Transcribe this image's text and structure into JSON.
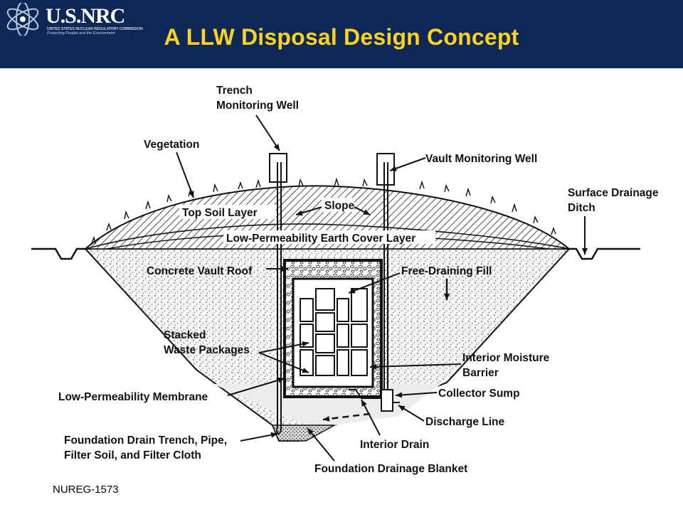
{
  "header": {
    "logo_text": "U.S.NRC",
    "logo_subtitle": "UNITED STATES NUCLEAR REGULATORY COMMISSION",
    "logo_tagline": "Protecting People and the Environment",
    "title": "A LLW Disposal Design Concept"
  },
  "diagram": {
    "labels": {
      "trench_monitoring_well_1": "Trench",
      "trench_monitoring_well_2": "Monitoring Well",
      "vegetation": "Vegetation",
      "vault_monitoring_well": "Vault Monitoring Well",
      "surface_drainage_ditch_1": "Surface Drainage",
      "surface_drainage_ditch_2": "Ditch",
      "top_soil_layer": "Top Soil Layer",
      "slope": "Slope",
      "earth_cover_layer": "Low-Permeability Earth Cover Layer",
      "concrete_vault_roof": "Concrete Vault Roof",
      "free_draining_fill": "Free-Draining Fill",
      "stacked_waste_1": "Stacked",
      "stacked_waste_2": "Waste Packages",
      "interior_moisture_barrier_1": "Interior Moisture",
      "interior_moisture_barrier_2": "Barrier",
      "low_perm_membrane": "Low-Permeability Membrane",
      "collector_sump": "Collector Sump",
      "discharge_line": "Discharge Line",
      "foundation_drain_1": "Foundation Drain Trench, Pipe,",
      "foundation_drain_2": "Filter Soil, and Filter Cloth",
      "interior_drain": "Interior Drain",
      "foundation_blanket": "Foundation Drainage Blanket"
    }
  },
  "footer": {
    "source": "NUREG-1573"
  }
}
